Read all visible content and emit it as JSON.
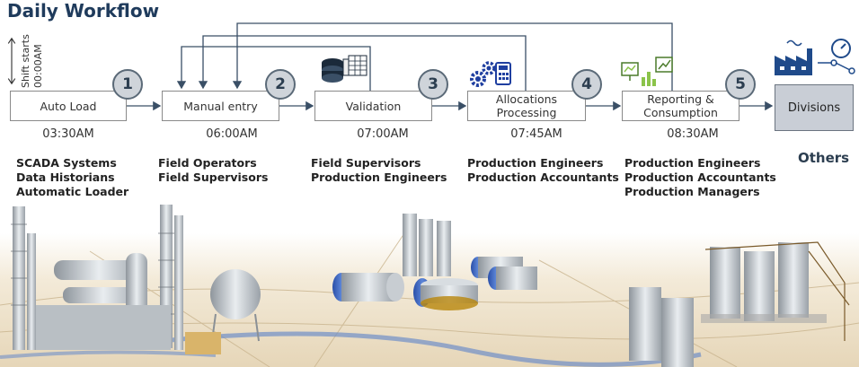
{
  "title": "Daily Workflow",
  "shift_label": "Shift starts",
  "shift_time": "00:00AM",
  "steps": [
    {
      "number": "1",
      "label": "Auto Load",
      "time": "03:30AM",
      "roles": [
        "SCADA Systems",
        "Data Historians",
        "Automatic Loader"
      ]
    },
    {
      "number": "2",
      "label": "Manual entry",
      "time": "06:00AM",
      "roles": [
        "Field Operators",
        "Field Supervisors"
      ]
    },
    {
      "number": "3",
      "label": "Validation",
      "time": "07:00AM",
      "roles": [
        "Field Supervisors",
        "Production  Engineers"
      ]
    },
    {
      "number": "4",
      "label_line1": "Allocations",
      "label_line2": "Processing",
      "time": "07:45AM",
      "roles": [
        "Production  Engineers",
        "Production  Accountants"
      ]
    },
    {
      "number": "5",
      "label_line1": "Reporting &",
      "label_line2": "Consumption",
      "time": "08:30AM",
      "roles": [
        "Production  Engineers",
        "Production  Accountants",
        "Production  Managers"
      ]
    }
  ],
  "output": {
    "label": "Divisions",
    "secondary": "Others"
  },
  "colors": {
    "title": "#1f3b5c",
    "arrow": "#3a4f66",
    "box_border": "#8a8a8a",
    "circle_fill": "#cfd4da",
    "divisions_fill": "#c9ced6"
  },
  "icons": [
    "database-icon",
    "gears-calculator-icon",
    "charts-icon",
    "factory-icon"
  ]
}
